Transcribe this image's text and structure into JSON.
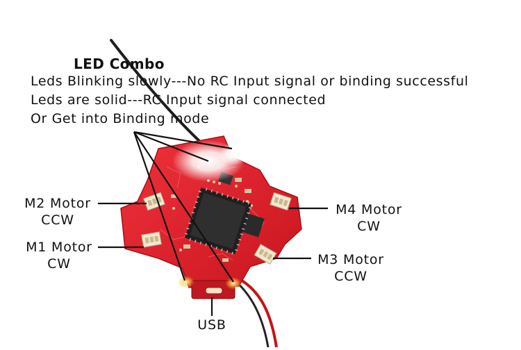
{
  "header": {
    "title": "LED Combo",
    "lines": [
      "Leds Blinking slowly---No RC Input signal or binding successful",
      "Leds are solid---RC Input signal connected",
      "Or Get into Binding mode"
    ]
  },
  "labels": {
    "m2": {
      "line1": "M2 Motor",
      "line2": "CCW"
    },
    "m1": {
      "line1": "M1 Motor",
      "line2": "CW"
    },
    "m4": {
      "line1": "M4 Motor",
      "line2": "CW"
    },
    "m3": {
      "line1": "M3 Motor",
      "line2": "CCW"
    },
    "usb": "USB"
  },
  "colors": {
    "board": "#e2232d",
    "board_dark": "#b5141e",
    "led_glow": "#fff8e6",
    "connector": "#f2e8cf",
    "chip": "#2b2b2b",
    "lines": "#111111"
  }
}
